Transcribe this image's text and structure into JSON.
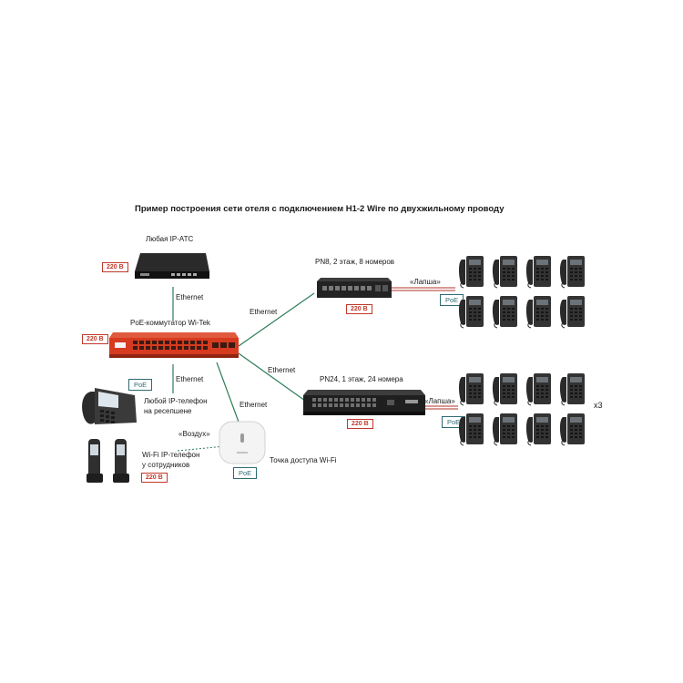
{
  "title": "Пример построения сети отеля с подключением H1-2 Wire по двухжильному проводу",
  "devices": {
    "pbx": {
      "label": "Любая IP-АТС",
      "power": "220 В"
    },
    "poe_switch": {
      "label": "PoE-коммутатор Wi-Tek",
      "power": "220 В"
    },
    "reception_phone": {
      "label_line1": "Любой IP-телефон",
      "label_line2": "на ресепшене",
      "badge": "PoE"
    },
    "wifi_phones": {
      "label_line1": "Wi-Fi IP-телефон",
      "label_line2": "у сотрудников",
      "power": "220 В"
    },
    "access_point": {
      "label": "Точка доступа Wi-Fi",
      "badge": "PoE"
    },
    "pn8": {
      "label": "PN8, 2 этаж, 8 номеров",
      "power": "220 В"
    },
    "pn24": {
      "label": "PN24, 1 этаж, 24 номера",
      "power": "220 В"
    }
  },
  "links": {
    "pbx_switch": "Ethernet",
    "switch_pn8": "Ethernet",
    "switch_pn24": "Ethernet",
    "switch_phone": "Ethernet",
    "switch_ap": "Ethernet",
    "air": "«Воздух»",
    "pair_pn8": "«Лапша»",
    "pair_pn24": "«Лапша»"
  },
  "phone_groups": {
    "pn8_badge": "PoE",
    "pn24_badge": "PoE",
    "pn24_multiplier": "x3"
  },
  "colors": {
    "switch_red": "#d63a1f",
    "power_box": "#c0392b",
    "poe_box": "#2e6b73",
    "pair_wire": "#b0332a"
  }
}
